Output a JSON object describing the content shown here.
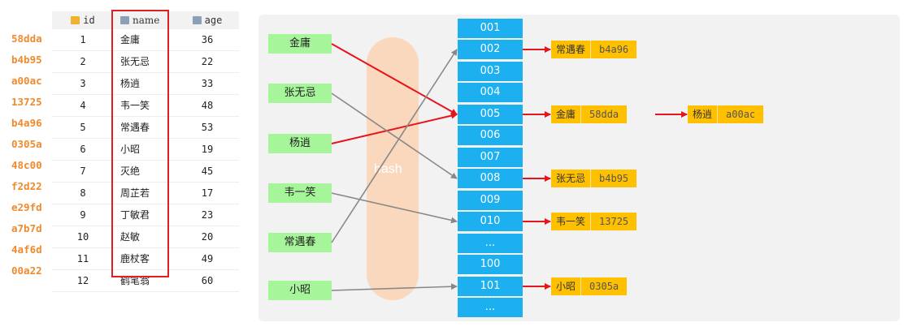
{
  "table": {
    "columns": {
      "id": "id",
      "name": "name",
      "age": "age"
    },
    "rows": [
      {
        "hash": "58dda",
        "id": "1",
        "name": "金庸",
        "age": "36"
      },
      {
        "hash": "b4b95",
        "id": "2",
        "name": "张无忌",
        "age": "22"
      },
      {
        "hash": "a00ac",
        "id": "3",
        "name": "杨逍",
        "age": "33"
      },
      {
        "hash": "13725",
        "id": "4",
        "name": "韦一笑",
        "age": "48"
      },
      {
        "hash": "b4a96",
        "id": "5",
        "name": "常遇春",
        "age": "53"
      },
      {
        "hash": "0305a",
        "id": "6",
        "name": "小昭",
        "age": "19"
      },
      {
        "hash": "48c00",
        "id": "7",
        "name": "灭绝",
        "age": "45"
      },
      {
        "hash": "f2d22",
        "id": "8",
        "name": "周芷若",
        "age": "17"
      },
      {
        "hash": "e29fd",
        "id": "9",
        "name": "丁敏君",
        "age": "23"
      },
      {
        "hash": "a7b7d",
        "id": "10",
        "name": "赵敏",
        "age": "20"
      },
      {
        "hash": "4af6d",
        "id": "11",
        "name": "鹿杖客",
        "age": "49"
      },
      {
        "hash": "00a22",
        "id": "12",
        "name": "鹤笔翁",
        "age": "60"
      }
    ]
  },
  "diagram": {
    "hash_label": "hash",
    "keys": [
      "金庸",
      "张无忌",
      "杨逍",
      "韦一笑",
      "常遇春",
      "小昭"
    ],
    "buckets": [
      "001",
      "002",
      "003",
      "004",
      "005",
      "006",
      "007",
      "008",
      "009",
      "010",
      "...",
      "100",
      "101",
      "..."
    ],
    "entries": [
      {
        "name": "常遇春",
        "hash": "b4a96"
      },
      {
        "name": "金庸",
        "hash": "58dda"
      },
      {
        "name": "杨逍",
        "hash": "a00ac"
      },
      {
        "name": "张无忌",
        "hash": "b4b95"
      },
      {
        "name": "韦一笑",
        "hash": "13725"
      },
      {
        "name": "小昭",
        "hash": "0305a"
      }
    ],
    "colors": {
      "key_box": "#a6f59a",
      "bucket": "#1cb0f0",
      "entry": "#ffc000",
      "hash_band": "#fad8bd",
      "red_arrow": "#e8141c",
      "gray_arrow": "#888888",
      "highlight": "#e02020"
    }
  }
}
